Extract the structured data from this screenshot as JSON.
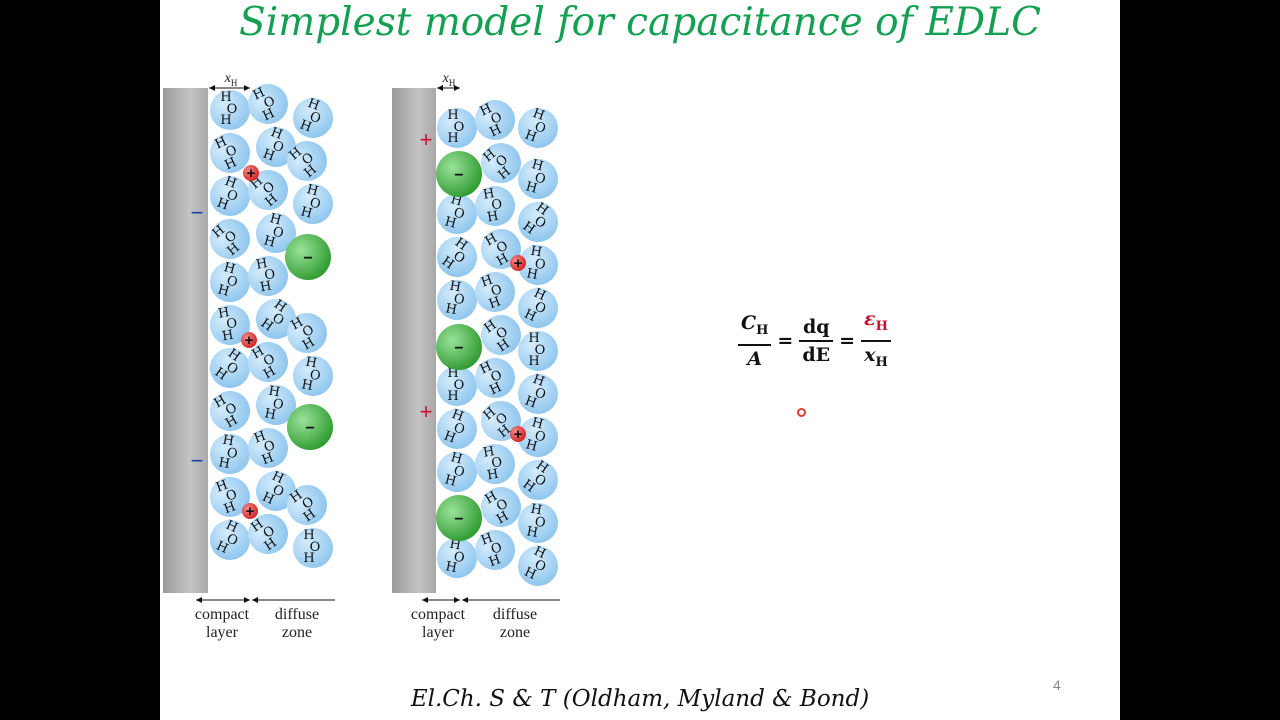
{
  "slide": {
    "title": "Simplest model for capacitance of EDLC",
    "page_number": "4",
    "citation": "El.Ch. S & T (Oldham, Myland & Bond)"
  },
  "diagram_labels": {
    "width_symbol": "x",
    "width_subscript": "H",
    "compact_line1": "compact",
    "compact_line2": "layer",
    "diffuse_line1": "diffuse",
    "diffuse_line2": "zone",
    "water_h": "H",
    "water_o": "O",
    "cation_sign": "+",
    "anion_sign": "−",
    "negative_charge": "−",
    "positive_charge": "+"
  },
  "formula": {
    "lhs_num": "C",
    "lhs_num_sub": "H",
    "lhs_den": "A",
    "eq": "=",
    "mid_num": "dq",
    "mid_den": "dE",
    "rhs_num": "ε",
    "rhs_num_sub": "H",
    "rhs_den": "x",
    "rhs_den_sub": "H"
  },
  "colors": {
    "title_green": "#13a052",
    "water_blue": "#a9d6f5",
    "anion_green": "#3fae3f",
    "cation_red": "#e53935",
    "electrode_gray": "#b8b8b8",
    "charge_minus": "#1a3aa8",
    "charge_plus": "#c8102e",
    "epsilon_red": "#c8102e"
  }
}
